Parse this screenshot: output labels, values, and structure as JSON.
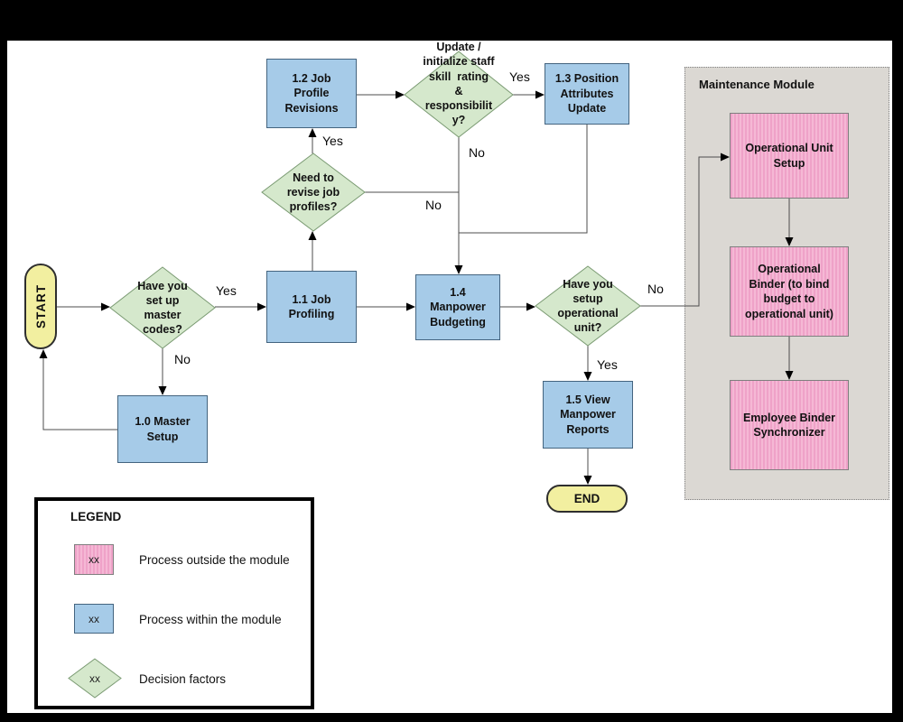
{
  "flowchart": {
    "nodes": {
      "start": {
        "label": "START"
      },
      "decision_master_codes": {
        "label": "Have you\nset up\nmaster\ncodes?"
      },
      "master_setup": {
        "label": "1.0 Master\nSetup"
      },
      "job_profiling": {
        "label": "1.1 Job\nProfiling"
      },
      "decision_revise_profiles": {
        "label": "Need to\nrevise job\nprofiles?"
      },
      "job_profile_revisions": {
        "label": "1.2 Job\nProfile\nRevisions"
      },
      "decision_update_skill": {
        "label": "Update /\ninitialize staff\nskill  rating\n&\nresponsibilit\ny?"
      },
      "position_attributes_update": {
        "label": "1.3 Position\nAttributes\nUpdate"
      },
      "manpower_budgeting": {
        "label": "1.4\nManpower\nBudgeting"
      },
      "decision_operational_unit": {
        "label": "Have you\nsetup\noperational\nunit?"
      },
      "view_manpower_reports": {
        "label": "1.5 View\nManpower\nReports"
      },
      "end": {
        "label": "END"
      }
    },
    "edge_labels": {
      "master_codes_yes": "Yes",
      "master_codes_no": "No",
      "revise_profiles_yes": "Yes",
      "revise_profiles_no": "No",
      "update_skill_yes": "Yes",
      "update_skill_no": "No",
      "operational_unit_no": "No",
      "operational_unit_yes": "Yes"
    },
    "maintenance_module": {
      "title": "Maintenance Module",
      "boxes": [
        {
          "label": "Operational Unit\nSetup"
        },
        {
          "label": "Operational\nBinder (to bind\nbudget to\noperational unit)"
        },
        {
          "label": "Employee Binder\nSynchronizer"
        }
      ]
    },
    "legend": {
      "title": "LEGEND",
      "items": [
        {
          "swatch": "pink-process-box",
          "swatch_label": "xx",
          "label": "Process outside the module"
        },
        {
          "swatch": "blue-process-box",
          "swatch_label": "xx",
          "label": "Process within the module"
        },
        {
          "swatch": "green-decision-diamond",
          "swatch_label": "xx",
          "label": "Decision factors"
        }
      ]
    },
    "colors": {
      "process_within": "#a6cbe8",
      "process_outside": "#efa2c8",
      "decision": "#d5e8cc",
      "terminator": "#f2efa0",
      "panel": "#dbd8d3"
    }
  }
}
